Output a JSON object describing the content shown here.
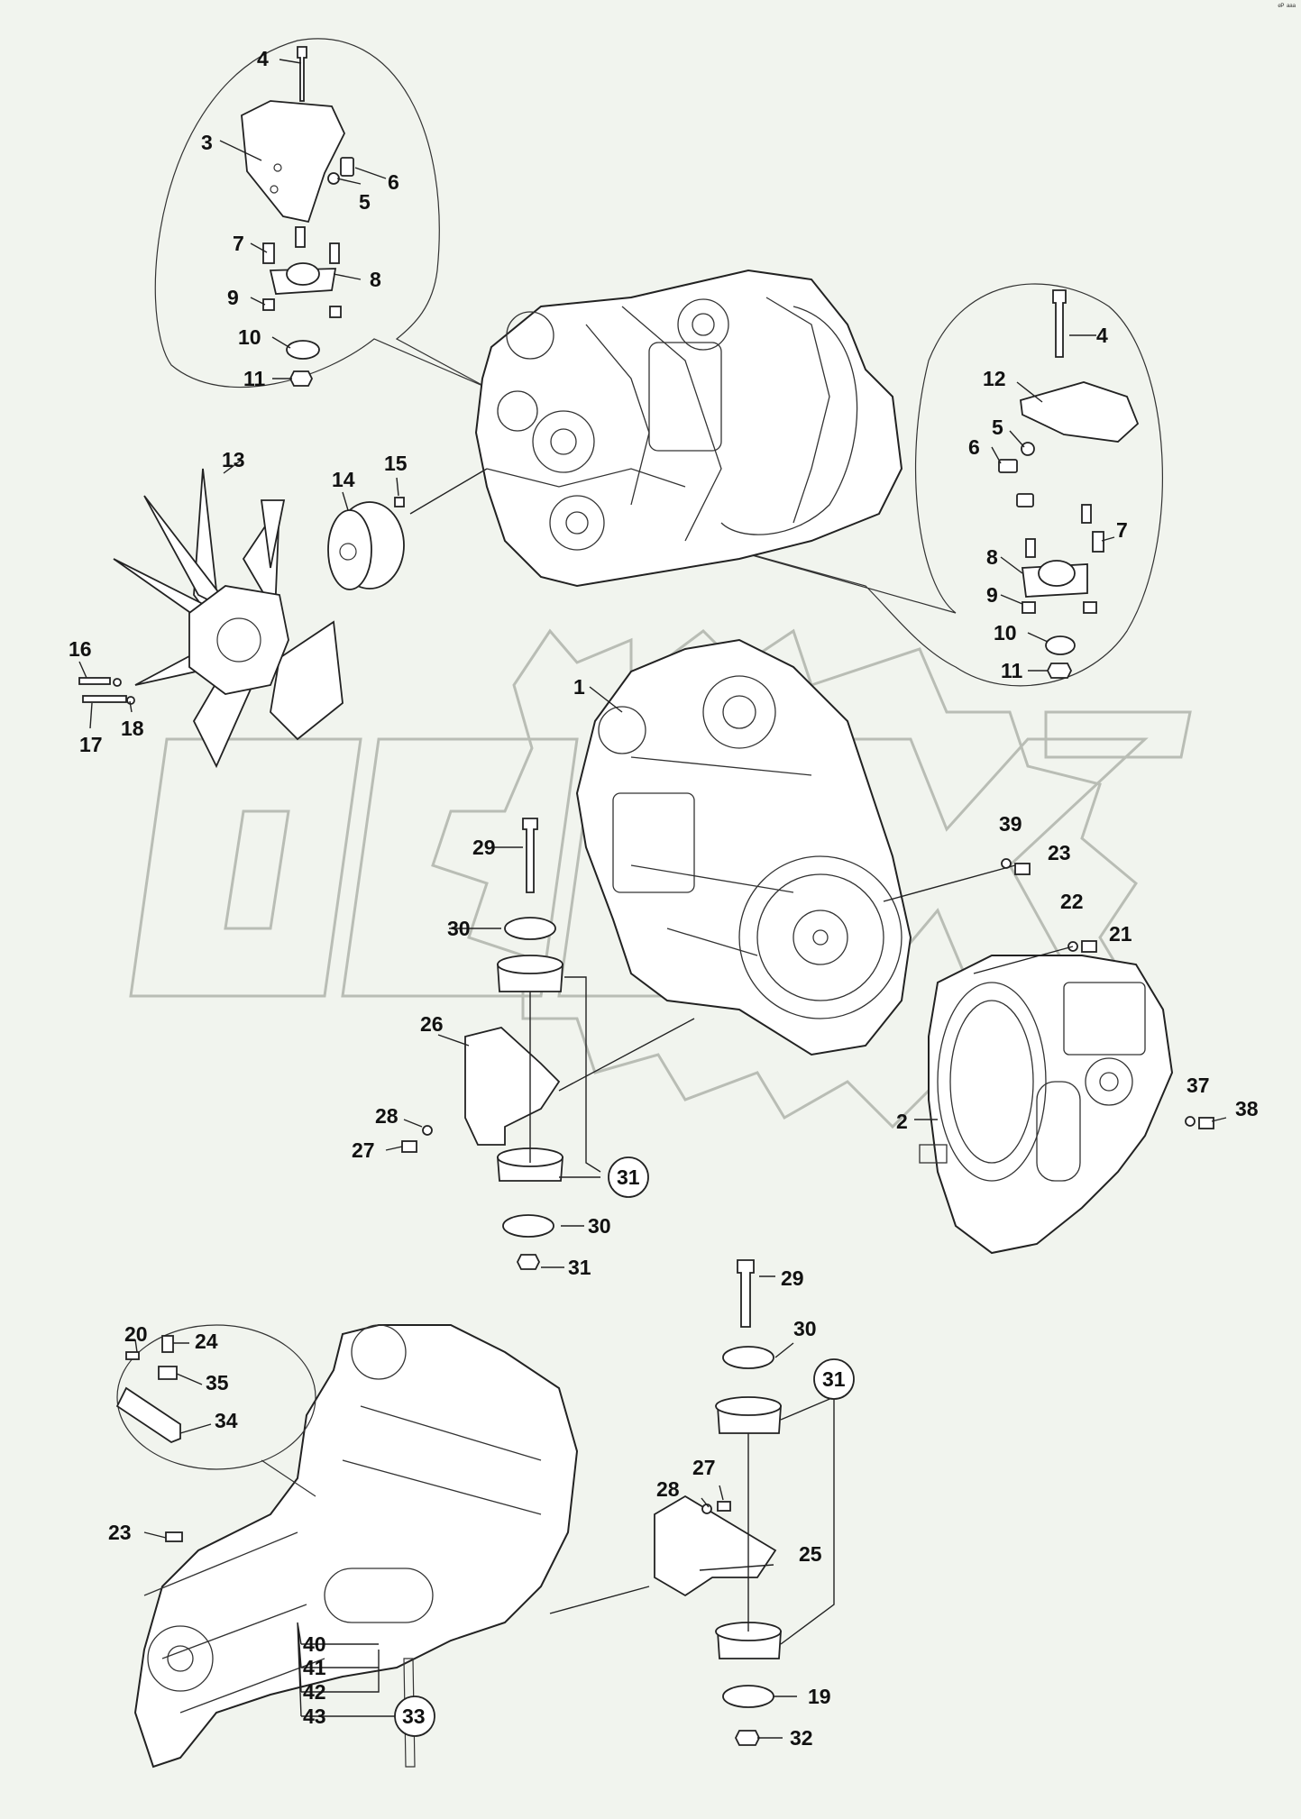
{
  "corner_mark": "ᵉᴾ ᵃᵃᵃ",
  "callouts": {
    "l1": "1",
    "l2": "2",
    "l3": "3",
    "l4a": "4",
    "l4b": "4",
    "l5a": "5",
    "l5b": "5",
    "l6a": "6",
    "l6b": "6",
    "l7a": "7",
    "l7b": "7",
    "l8a": "8",
    "l8b": "8",
    "l9a": "9",
    "l9b": "9",
    "l10a": "10",
    "l10b": "10",
    "l11a": "11",
    "l11b": "11",
    "l12": "12",
    "l13": "13",
    "l14": "14",
    "l15": "15",
    "l16": "16",
    "l17": "17",
    "l18": "18",
    "l19": "19",
    "l20": "20",
    "l21": "21",
    "l22": "22",
    "l23a": "23",
    "l23b": "23",
    "l24": "24",
    "l25": "25",
    "l26": "26",
    "l27a": "27",
    "l27b": "27",
    "l28a": "28",
    "l28b": "28",
    "l29a": "29",
    "l29b": "29",
    "l30a": "30",
    "l30b": "30",
    "l30c": "30",
    "l31a": "31",
    "l31b": "31",
    "l31c": "31",
    "l32": "32",
    "l33": "33",
    "l34": "34",
    "l35": "35",
    "l37": "37",
    "l38": "38",
    "l39": "39",
    "l40": "40",
    "l41": "41",
    "l42": "42",
    "l43": "43"
  }
}
